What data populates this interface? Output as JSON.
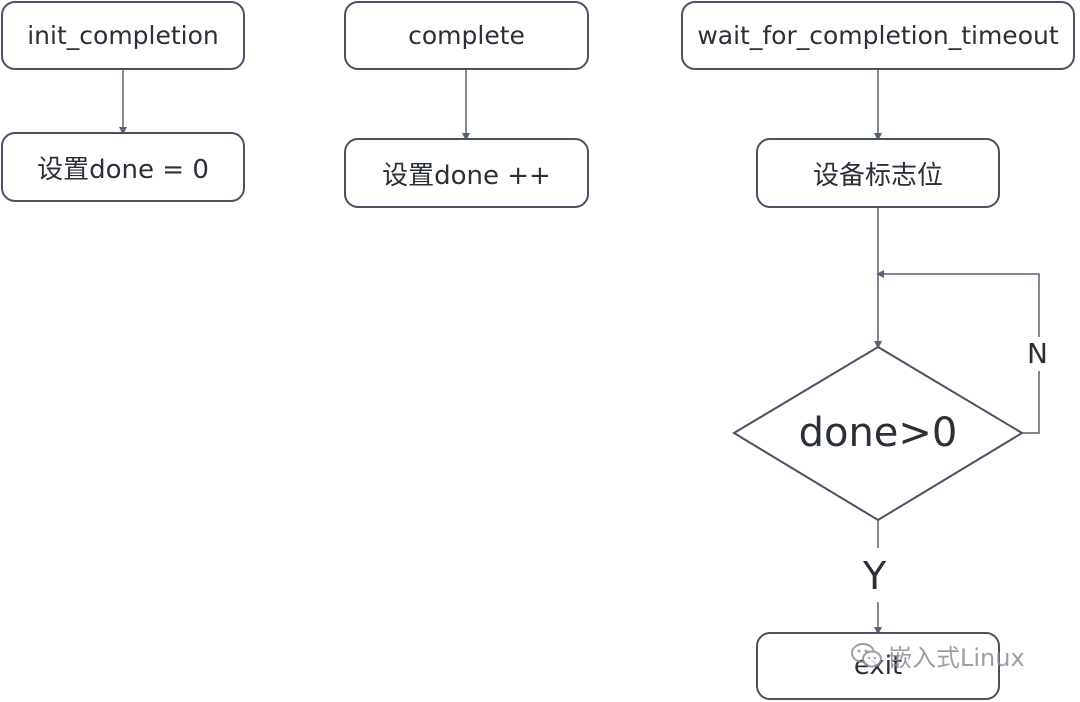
{
  "nodes": {
    "init_completion": "init_completion",
    "set_done_zero": "设置done = 0",
    "complete": "complete",
    "set_done_increment": "设置done ++",
    "wait_for_completion_timeout": "wait_for_completion_timeout",
    "set_flag": "设备标志位",
    "decision": "done>0",
    "exit": "exit"
  },
  "edge_labels": {
    "no": "N",
    "yes": "Y"
  },
  "watermark": {
    "text": "嵌入式Linux",
    "icon": "wechat-icon"
  },
  "colors": {
    "stroke": "#4a5160",
    "arrow": "#5b6372",
    "text": "#2b2f36",
    "watermark": "#8a8f96"
  }
}
